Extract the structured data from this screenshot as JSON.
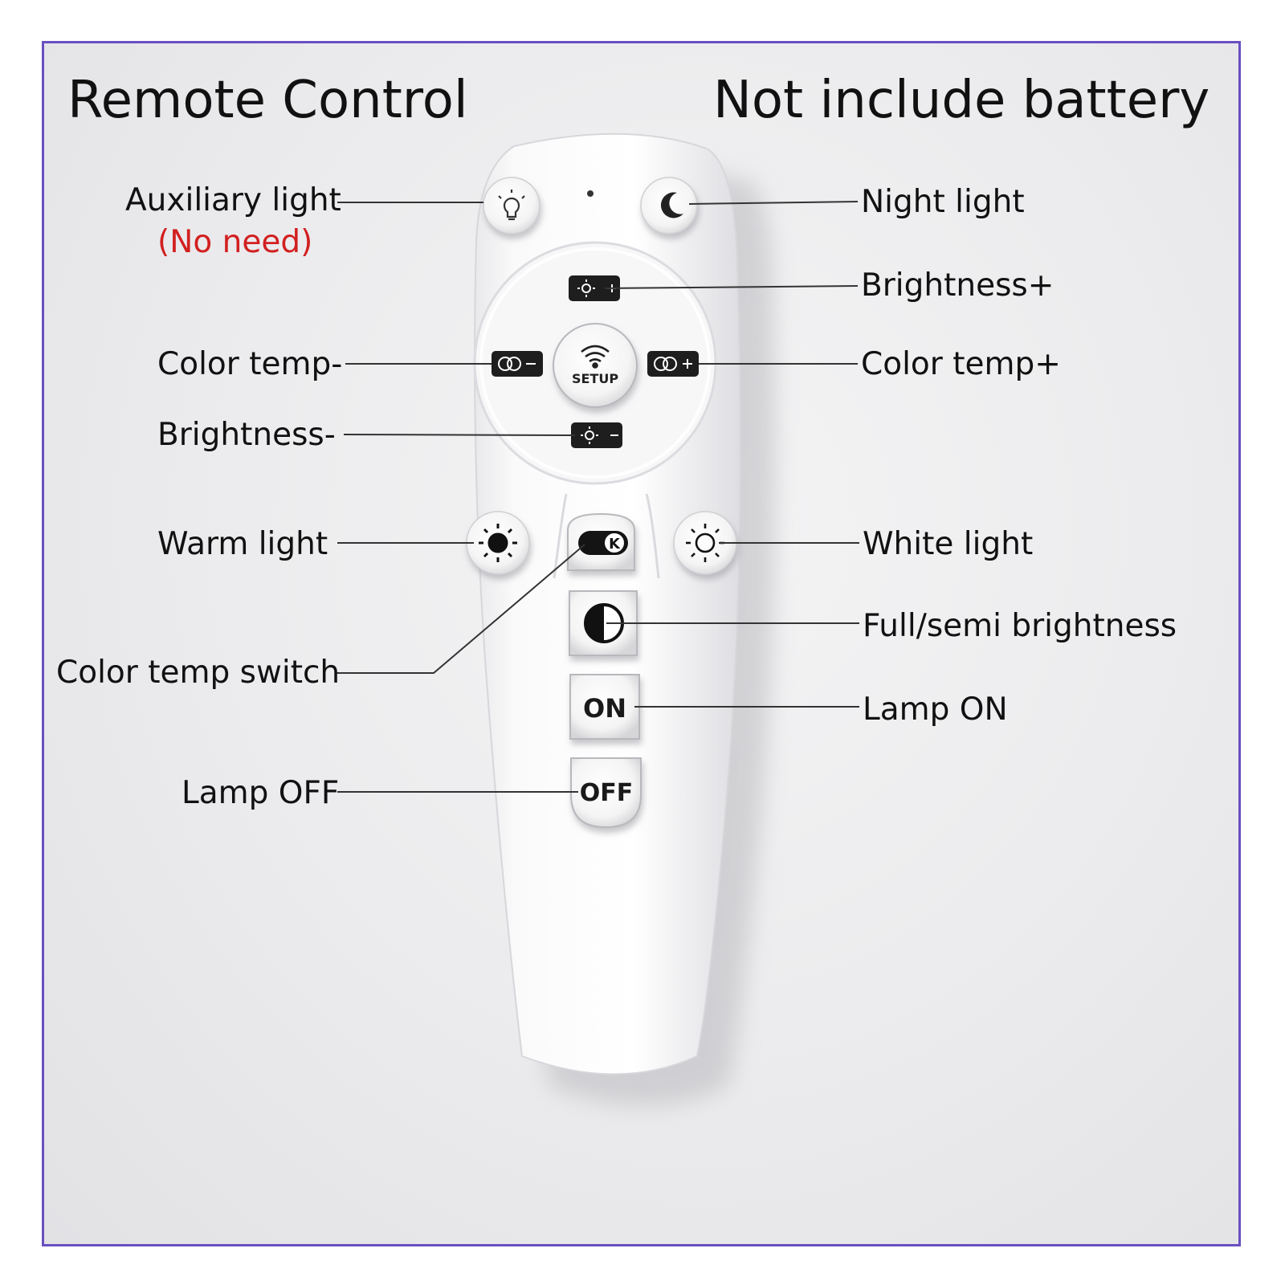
{
  "header": {
    "title": "Remote Control",
    "note": "Not include battery"
  },
  "labels": {
    "auxiliary_light": "Auxiliary light",
    "auxiliary_note": "(No need)",
    "night_light": "Night light",
    "brightness_plus": "Brightness+",
    "color_temp_minus": "Color temp-",
    "color_temp_plus": "Color temp+",
    "brightness_minus": "Brightness-",
    "warm_light": "Warm light",
    "white_light": "White light",
    "full_semi_brightness": "Full/semi brightness",
    "color_temp_switch": "Color temp switch",
    "lamp_on": "Lamp ON",
    "lamp_off": "Lamp OFF"
  },
  "remote": {
    "setup": "SETUP",
    "k": "K",
    "on": "ON",
    "off": "OFF"
  },
  "colors": {
    "frame": "#6a4fc0",
    "note_red": "#d22020"
  },
  "icons": [
    "bulb-icon",
    "moon-icon",
    "sun-plus-icon",
    "sun-minus-icon",
    "temp-minus-icon",
    "temp-plus-icon",
    "wifi-icon",
    "sun-filled-icon",
    "sun-outline-icon",
    "half-circle-icon",
    "k-toggle-icon"
  ]
}
